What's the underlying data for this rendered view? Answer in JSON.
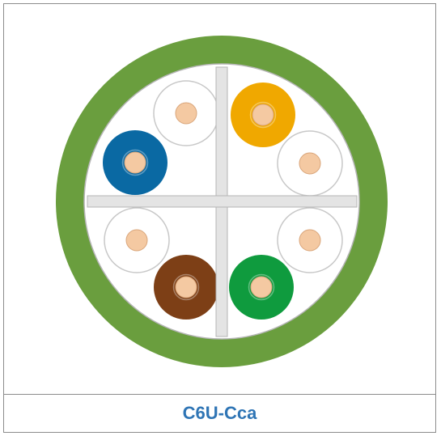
{
  "caption": "C6U-Cca",
  "colors": {
    "jacket": "#6a9e3e",
    "core_fill": "#ffffff",
    "cross_separator": "#e4e4e4",
    "conductor_copper": "#f4c9a2",
    "caption_text": "#2f75b5"
  },
  "conductors": [
    {
      "name": "white-blue-stripe",
      "insulation": "#ffffff"
    },
    {
      "name": "orange",
      "insulation": "#f0a800"
    },
    {
      "name": "blue",
      "insulation": "#0a69a3"
    },
    {
      "name": "white-orange-stripe",
      "insulation": "#ffffff"
    },
    {
      "name": "white-brown-stripe",
      "insulation": "#ffffff"
    },
    {
      "name": "white-green-stripe",
      "insulation": "#ffffff"
    },
    {
      "name": "brown",
      "insulation": "#7d3f16"
    },
    {
      "name": "green",
      "insulation": "#0f9b3e"
    }
  ]
}
